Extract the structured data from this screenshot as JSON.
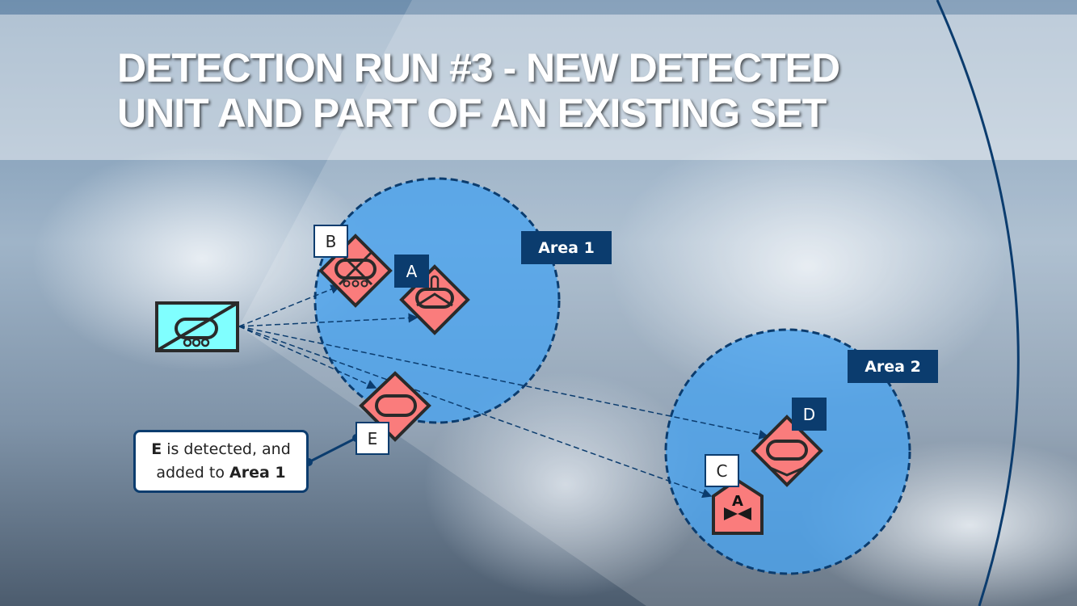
{
  "title": {
    "line1": "DETECTION RUN #3 - NEW DETECTED",
    "line2": "UNIT AND PART OF AN EXISTING SET"
  },
  "areas": [
    {
      "label": "Area 1"
    },
    {
      "label": "Area 2"
    }
  ],
  "units": [
    {
      "id": "B",
      "icon": "tracked-vehicle-hostile-icon"
    },
    {
      "id": "A",
      "icon": "hostile-armor-icon"
    },
    {
      "id": "E",
      "icon": "hostile-armor-icon"
    },
    {
      "id": "D",
      "icon": "hostile-armor-icon"
    },
    {
      "id": "C",
      "icon": "hostile-unit-icon",
      "glyph": "A"
    }
  ],
  "sensor": {
    "icon": "sensor-tracked-vehicle-icon"
  },
  "callout": {
    "bold1": "E",
    "text1": " is detected, and",
    "text2": "added to ",
    "bold2": "Area 1"
  },
  "colors": {
    "hostile": "#fa7c7c",
    "friendly": "#80ffff",
    "area": "#4aa3ee",
    "navy": "#0b3c6e"
  }
}
